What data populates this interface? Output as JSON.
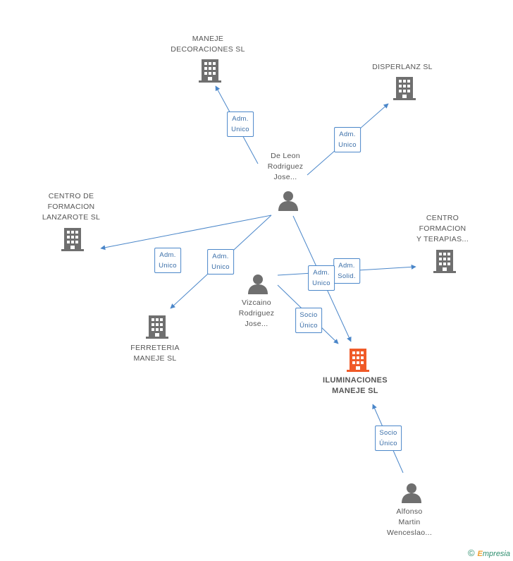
{
  "nodes": {
    "maneje_decoraciones": {
      "lines": [
        "MANEJE",
        "DECORACIONES SL"
      ]
    },
    "disperlanz": {
      "lines": [
        "DISPERLANZ SL"
      ]
    },
    "centro_lanzarote": {
      "lines": [
        "CENTRO DE",
        "FORMACION",
        "LANZAROTE SL"
      ]
    },
    "centro_terapias": {
      "lines": [
        "CENTRO",
        "FORMACION",
        "Y TERAPIAS..."
      ]
    },
    "ferreteria": {
      "lines": [
        "FERRETERIA",
        "MANEJE SL"
      ]
    },
    "iluminaciones": {
      "lines": [
        "ILUMINACIONES",
        "MANEJE SL"
      ]
    },
    "de_leon": {
      "lines": [
        "De Leon",
        "Rodriguez",
        "Jose..."
      ]
    },
    "vizcaino": {
      "lines": [
        "Vizcaino",
        "Rodriguez",
        "Jose..."
      ]
    },
    "alfonso": {
      "lines": [
        "Alfonso",
        "Martin",
        "Wenceslao..."
      ]
    }
  },
  "edges": {
    "e1": {
      "lines": [
        "Adm.",
        "Unico"
      ]
    },
    "e2": {
      "lines": [
        "Adm.",
        "Unico"
      ]
    },
    "e3": {
      "lines": [
        "Adm.",
        "Unico"
      ]
    },
    "e4": {
      "lines": [
        "Adm.",
        "Unico"
      ]
    },
    "e5": {
      "lines": [
        "Adm.",
        "Solid."
      ]
    },
    "e6": {
      "lines": [
        "Adm.",
        "Unico"
      ]
    },
    "e7": {
      "lines": [
        "Socio",
        "Único"
      ]
    },
    "e8": {
      "lines": [
        "Socio",
        "Único"
      ]
    }
  },
  "colors": {
    "edge": "#4a86c9",
    "icon": "#6f6f6f",
    "focus": "#f05a28"
  },
  "icons": {
    "company": "building-icon",
    "person": "person-icon"
  },
  "brand": {
    "copyright": "©",
    "first": "E",
    "rest": "mpresia"
  }
}
